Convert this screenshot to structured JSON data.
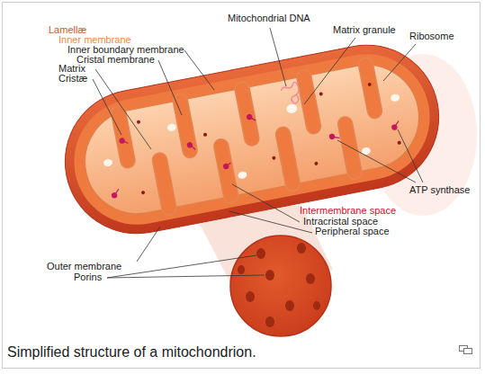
{
  "diagram": {
    "caption": "Simplified structure of a mitochondrion.",
    "labels": [
      "Lamellæ",
      "Inner membrane",
      "Inner boundary membrane",
      "Cristal membrane",
      "Matrix",
      "Cristæ",
      "Mitochondrial DNA",
      "Matrix granule",
      "Ribosome",
      "ATP synthase",
      "Intermembrane space",
      "Intracristal space",
      "Peripheral space",
      "Outer membrane",
      "Porins"
    ]
  }
}
